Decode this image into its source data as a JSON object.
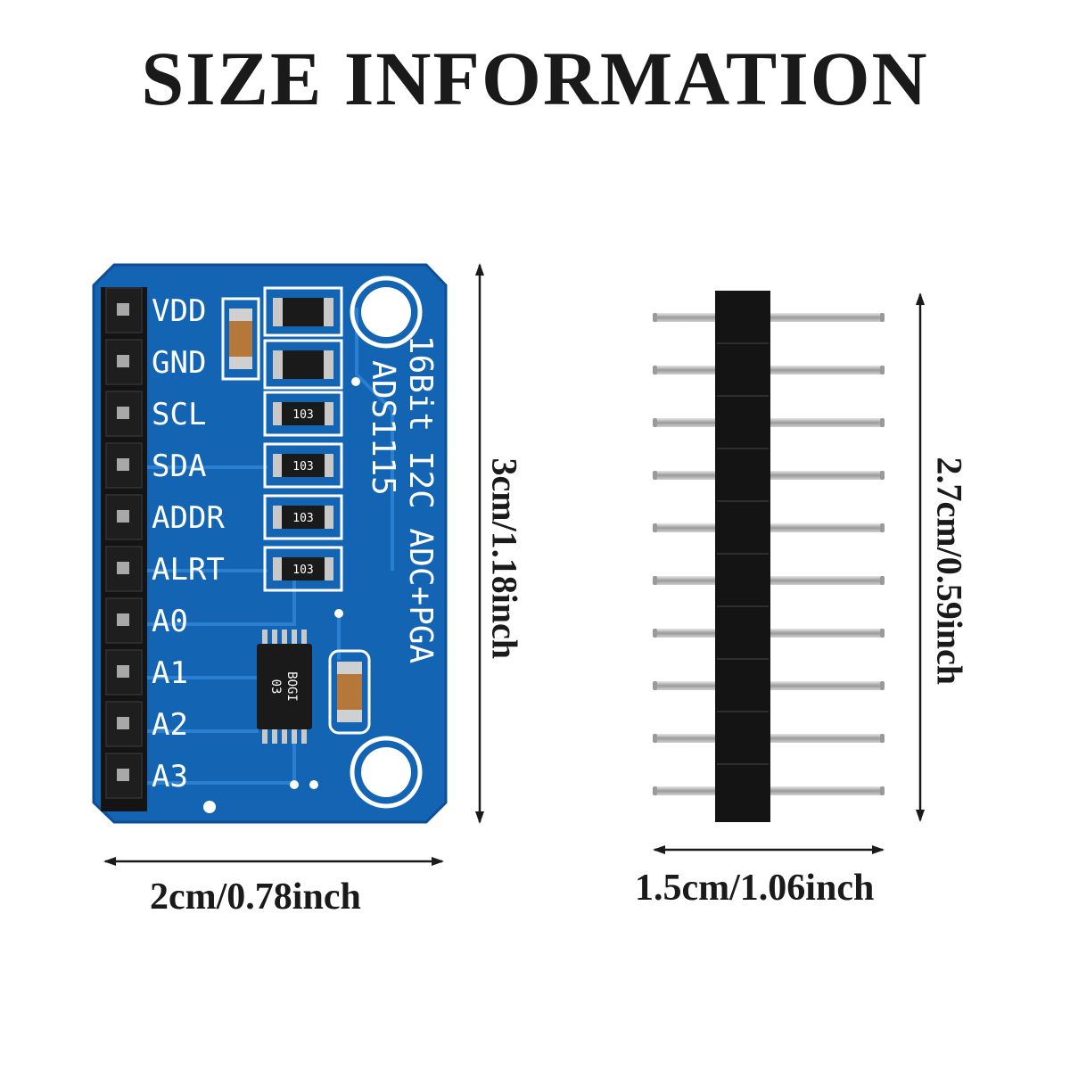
{
  "title": "SIZE INFORMATION",
  "board": {
    "pin_labels": [
      "VDD",
      "GND",
      "SCL",
      "SDA",
      "ADDR",
      "ALRT",
      "A0",
      "A1",
      "A2",
      "A3"
    ],
    "board_text_1": "16Bit I2C ADC+PGA",
    "board_text_2": "ADS1115",
    "resistor_codes": [
      "103",
      "103",
      "103",
      "103"
    ],
    "chip_marking_1": "BOGI",
    "chip_marking_2": "03",
    "width_label": "2cm/0.78inch",
    "height_label": "3cm/1.18inch"
  },
  "header": {
    "pin_count": 10,
    "width_label": "1.5cm/1.06inch",
    "height_label": "2.7cm/0.59inch"
  },
  "colors": {
    "pcb_blue": "#1464b4",
    "pcb_blue_dark": "#0d4f96",
    "silk": "#ffffff",
    "header_black": "#141414",
    "pin_silver": "#b8b8b8",
    "text": "#1a1a1a"
  }
}
